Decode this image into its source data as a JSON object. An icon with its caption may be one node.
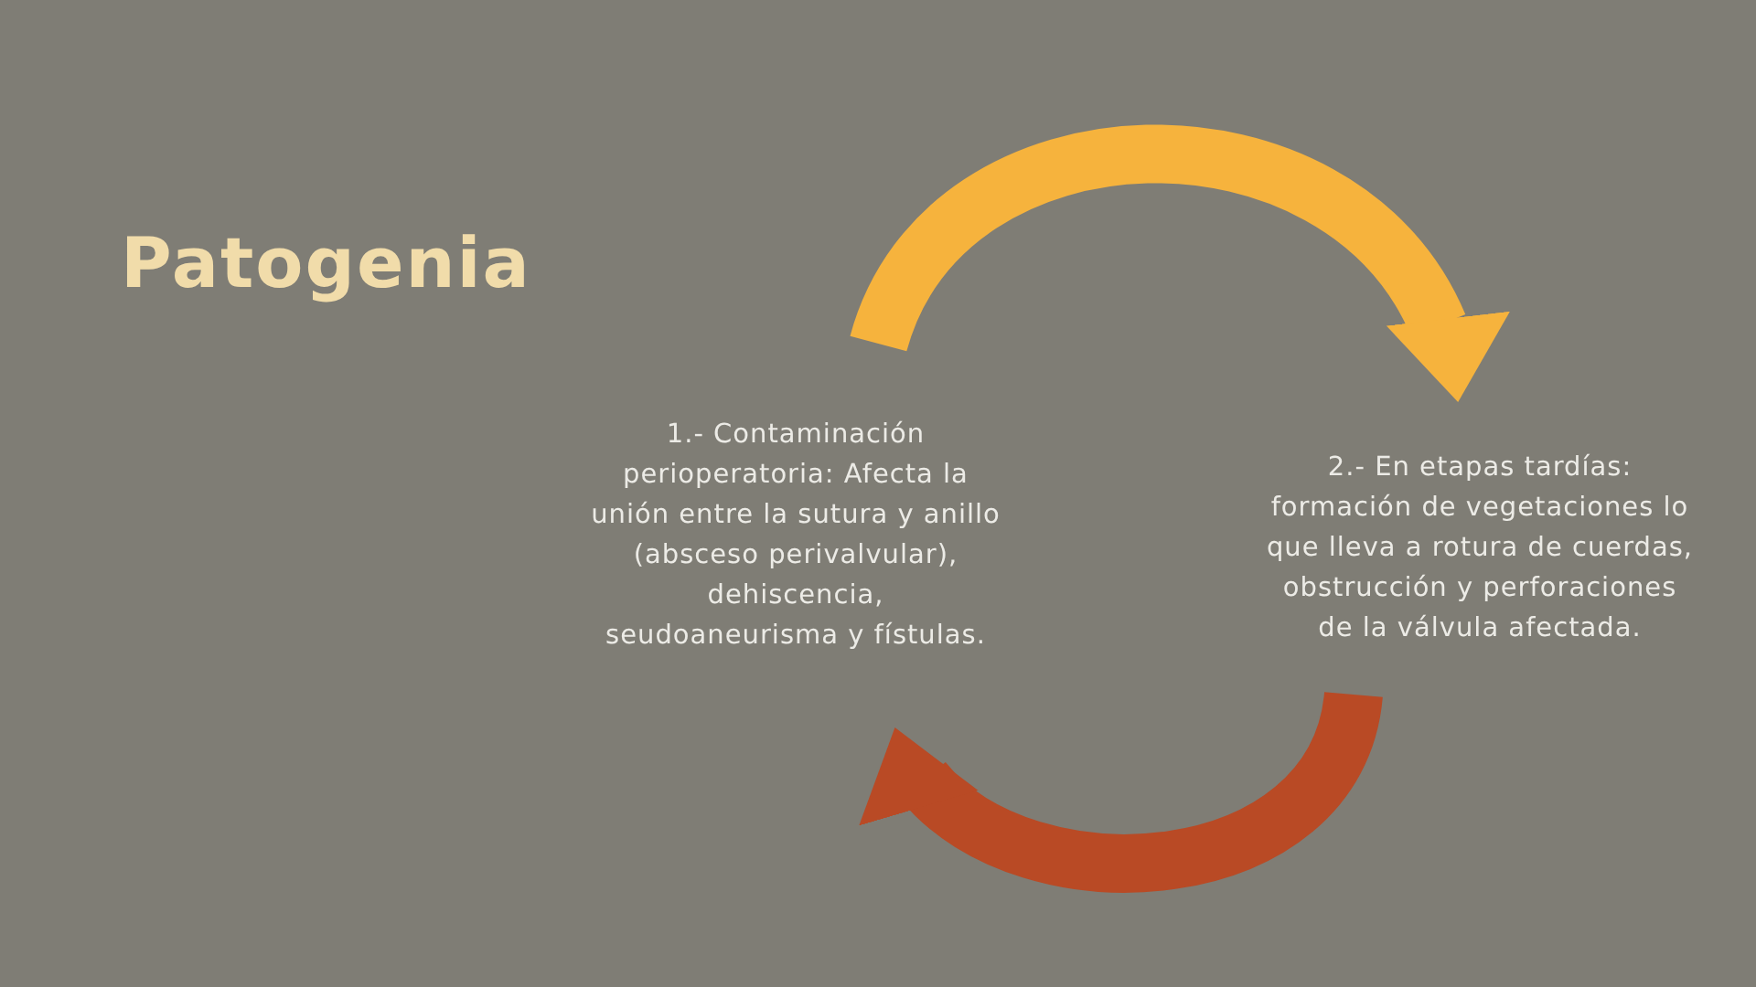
{
  "diagram": {
    "title": "Patogenia",
    "nodes": [
      {
        "text": [
          "1.- Contaminación perioperatoria: Afecta la unión entre la sutura y anillo (absceso perivalvular), dehiscencia, seudoaneurisma y fístulas."
        ]
      },
      {
        "text": [
          "2.- En etapas tardías: formación de vegetaciones lo que lleva a rotura de cuerdas, obstrucción y perforaciones de la válvula afectada."
        ]
      }
    ],
    "edges": [
      {
        "from": 0,
        "to": 1,
        "arrow": "to",
        "color": "#f6b33d"
      },
      {
        "from": 1,
        "to": 0,
        "arrow": "to",
        "color": "#b94a25"
      }
    ]
  }
}
